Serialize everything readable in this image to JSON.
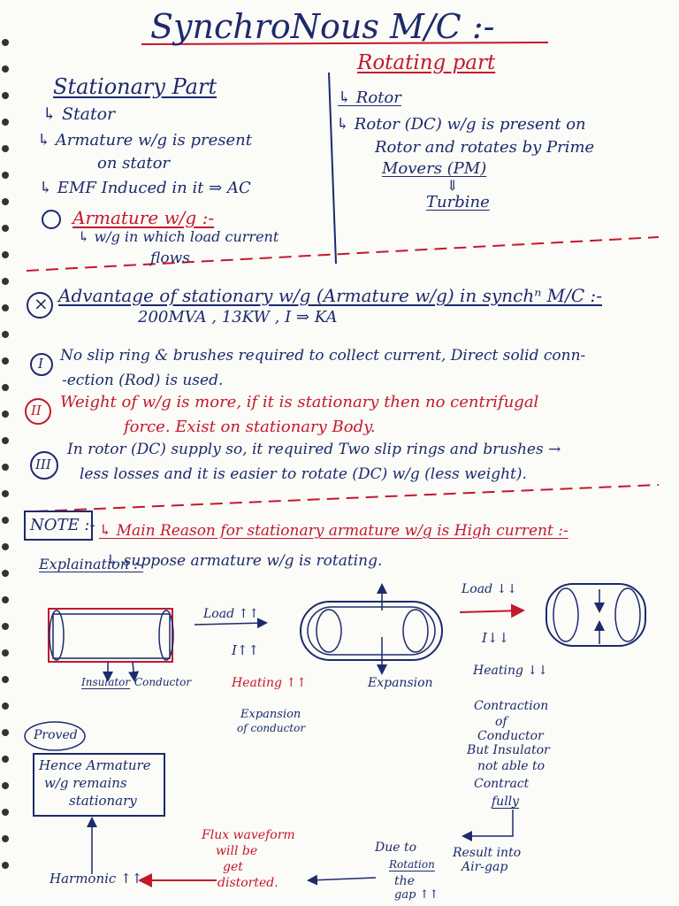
{
  "title": "SynchroNous M/C :-",
  "stationary": {
    "heading": "Stationary Part",
    "l1": "↳ Stator",
    "l2a": "↳ Armature w/g is present",
    "l2b": "on stator",
    "l3": "↳ EMF Induced in it ⇒ AC",
    "arm_heading": "Armature w/g :-",
    "arm_def1": "↳ w/g in which load current",
    "arm_def2": "flows"
  },
  "rotating": {
    "heading": "Rotating part",
    "l1": "↳ Rotor",
    "l2a": "↳ Rotor (DC) w/g is present on",
    "l2b": "Rotor and rotates by Prime",
    "l2c": "Movers (PM)",
    "arrow": "⇓",
    "turbine": "Turbine"
  },
  "advantage": {
    "heading": "Advantage of stationary w/g (Armature w/g) in synchⁿ M/C :-",
    "ratings": "200MVA , 13KW ,    I ⇒ KA",
    "p1_num": "I",
    "p1a": "No slip ring & brushes required to collect current, Direct solid conn-",
    "p1b": "-ection (Rod) is used.",
    "p2_num": "II",
    "p2a": "Weight of w/g is more, if it is stationary then no centrifugal",
    "p2b": "force. Exist on stationary Body.",
    "p3_num": "III",
    "p3a": "In rotor (DC) supply so, it required Two slip rings and brushes →",
    "p3b": "less losses and it is easier to rotate (DC) w/g (less weight)."
  },
  "note": {
    "label": "NOTE :-",
    "main": "↳ Main Reason for stationary armature w/g is High current :-",
    "expl": "Explaination :-",
    "expl_line": "↳ suppose armature w/g is rotating."
  },
  "diagram": {
    "ins_label": "Insulator",
    "cond_label": "Conductor",
    "load_up": "Load ↑↑",
    "i_up": "I↑↑",
    "heat_up": "Heating ↑↑",
    "exp_cond1": "Expansion",
    "exp_cond2": "of conductor",
    "expansion": "Expansion",
    "load_down": "Load ↓↓",
    "i_down": "I↓↓",
    "heat_down": "Heating ↓↓",
    "contr1": "Contraction",
    "contr2": "of",
    "contr3": "Conductor",
    "contr4": "But Insulator",
    "contr5": "not able to",
    "contr6": "Contract",
    "contr7": "fully",
    "result1": "Result into",
    "result2": "Air-gap",
    "due1": "Due to",
    "due2": "Rotation",
    "due3": "the",
    "due4": "gap ↑↑",
    "flux1": "Flux waveform",
    "flux2": "will be",
    "flux3": "get",
    "flux4": "distorted.",
    "harmonic": "Harmonic ↑↑",
    "proved": "Proved",
    "hence1": "Hence Armature",
    "hence2": "w/g remains",
    "hence3": "stationary"
  }
}
